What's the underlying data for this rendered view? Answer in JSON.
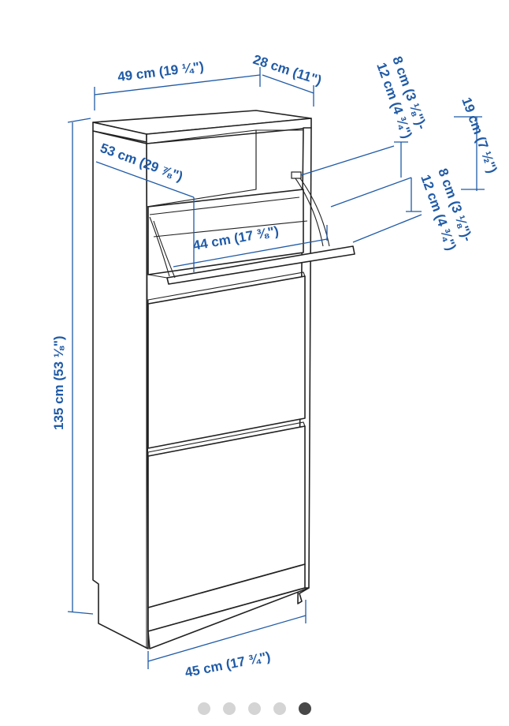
{
  "dimensions": {
    "width_top": "49 cm (19 ¼\")",
    "depth_top": "28 cm (11\")",
    "flap_open_depth": "53 cm (29 ⅞\")",
    "inner_width": "44 cm (17 ⅜\")",
    "height_total": "135 cm (53 ⅛\")",
    "width_bottom": "45 cm (17 ¾\")",
    "compartment_a_line1": "8 cm (3 ⅛\")-",
    "compartment_a_line2": "12 cm (4 ¾\")",
    "compartment_b_line1": "8 cm (3 ⅛\")-",
    "compartment_b_line2": "12 cm (4 ¾\")",
    "flap_height": "19 cm (7 ½\")"
  },
  "carousel": {
    "dots": [
      {
        "state": "inactive"
      },
      {
        "state": "inactive"
      },
      {
        "state": "inactive"
      },
      {
        "state": "inactive"
      },
      {
        "state": "active"
      }
    ],
    "active_color": "#484848",
    "inactive_color": "#d4d4d4"
  },
  "colors": {
    "dimension": "#1f5aa6",
    "line": "#222222"
  }
}
